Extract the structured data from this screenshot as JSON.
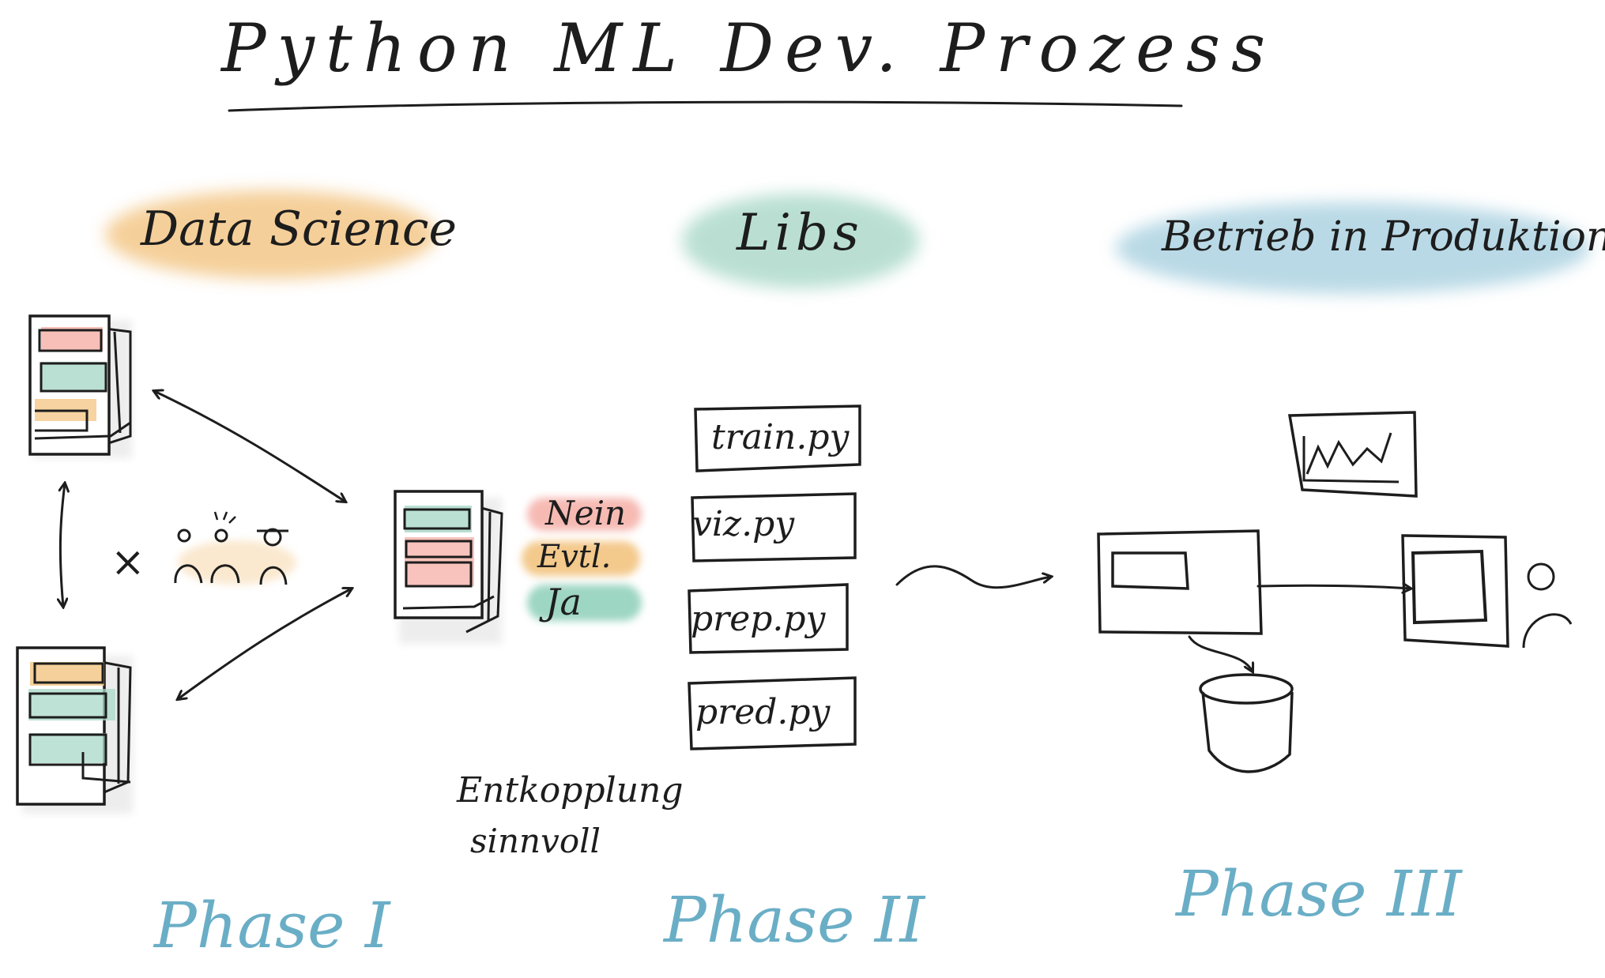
{
  "title": "Python ML Dev. Prozess",
  "sections": {
    "data_science": {
      "label": "Data Science",
      "color": "#f2c078"
    },
    "libs": {
      "label": "Libs",
      "color": "#a9d8c8"
    },
    "production": {
      "label": "Betrieb in Produktion",
      "color": "#a8d0e0"
    }
  },
  "decision": {
    "no": {
      "label": "Nein",
      "color": "#f4a9a0"
    },
    "maybe": {
      "label": "Evtl.",
      "color": "#f2c078"
    },
    "yes": {
      "label": "Ja",
      "color": "#8ccfb8"
    }
  },
  "files": [
    "train.py",
    "viz.py",
    "prep.py",
    "pred.py"
  ],
  "note": {
    "line1": "Entkopplung",
    "line2": "sinnvoll"
  },
  "phases": [
    "Phase I",
    "Phase II",
    "Phase III"
  ],
  "collab_multiplier": "×"
}
